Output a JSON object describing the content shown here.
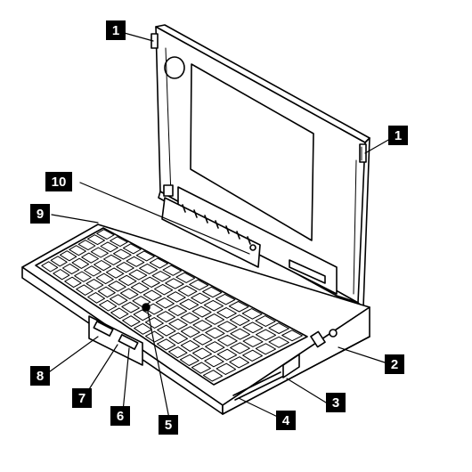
{
  "figure": {
    "subject": "laptop-computer",
    "line_color": "#000000",
    "background_color": "#ffffff",
    "callouts": [
      {
        "id": "c1a",
        "label": "1",
        "target": "display-latch-left"
      },
      {
        "id": "c1b",
        "label": "1",
        "target": "display-latch-right"
      },
      {
        "id": "c2",
        "label": "2",
        "target": "side-port"
      },
      {
        "id": "c3",
        "label": "3",
        "target": "side-slot"
      },
      {
        "id": "c4",
        "label": "4",
        "target": "side-slot-lower"
      },
      {
        "id": "c5",
        "label": "5",
        "target": "pointing-stick"
      },
      {
        "id": "c6",
        "label": "6",
        "target": "front-button-right"
      },
      {
        "id": "c7",
        "label": "7",
        "target": "front-button-left"
      },
      {
        "id": "c8",
        "label": "8",
        "target": "front-panel"
      },
      {
        "id": "c9",
        "label": "9",
        "target": "keyboard-back-edge"
      },
      {
        "id": "c10",
        "label": "10",
        "target": "status-indicators"
      }
    ]
  }
}
